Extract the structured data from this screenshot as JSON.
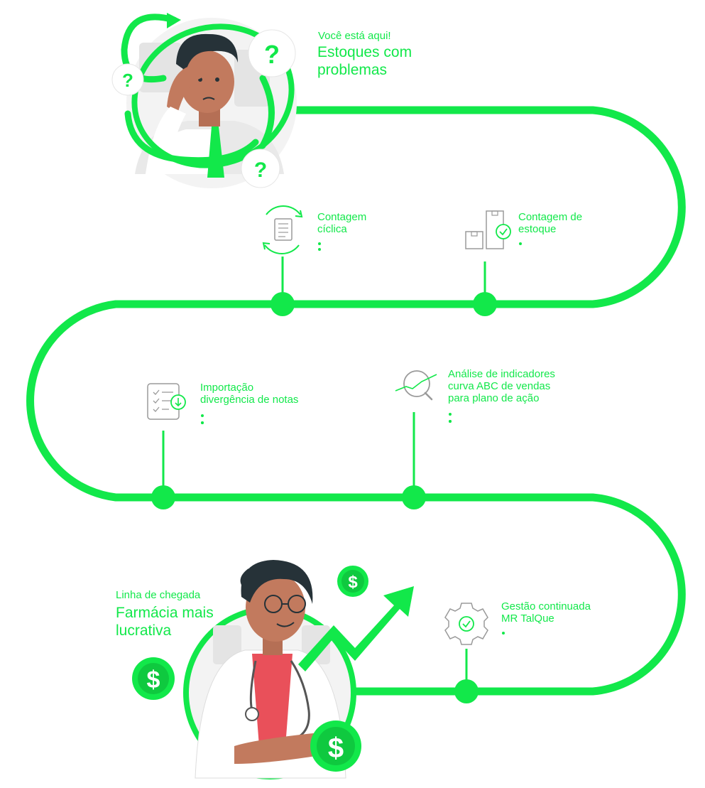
{
  "colors": {
    "accent": "#12e84a",
    "icon_gray": "#9a9a9a",
    "skin": "#c27a5e",
    "hair": "#263238"
  },
  "start": {
    "subtitle": "Você está aqui!",
    "title_line1": "Estoques com",
    "title_line2": "problemas"
  },
  "finish": {
    "subtitle": "Linha de chegada",
    "title_line1": "Farmácia mais",
    "title_line2": "lucrativa"
  },
  "question_mark": "?",
  "dollar_sign": "$",
  "steps": [
    {
      "icon": "cycle-count-icon",
      "title_line1": "Contagem",
      "title_line2": "cíclica",
      "bullets": [
        "",
        ""
      ]
    },
    {
      "icon": "boxes-check-icon",
      "title_line1": "Contagem de",
      "title_line2": "estoque",
      "bullets": [
        ""
      ]
    },
    {
      "icon": "checklist-download-icon",
      "title_line1": "Importação",
      "title_line2": "divergência de notas",
      "bullets": [
        "",
        "",
        ""
      ]
    },
    {
      "icon": "magnifier-chart-icon",
      "title_line1": "Análise de indicadores",
      "title_line2": "curva ABC de vendas",
      "title_line3": "para plano de ação",
      "bullets": [
        "",
        "",
        ""
      ]
    },
    {
      "icon": "gear-check-icon",
      "title_line1": "Gestão continuada",
      "title_line2": "MR TalQue",
      "bullets": [
        ""
      ]
    }
  ]
}
